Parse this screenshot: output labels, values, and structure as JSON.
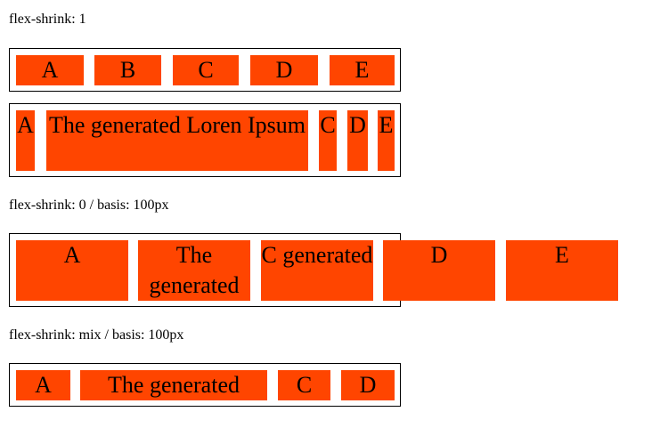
{
  "sections": [
    {
      "heading": "flex-shrink: 1",
      "rows": [
        [
          "A",
          "B",
          "C",
          "D",
          "E"
        ],
        [
          "A",
          "The generated Loren Ipsum",
          "C",
          "D",
          "E"
        ]
      ]
    },
    {
      "heading": "flex-shrink: 0 / basis: 100px",
      "rows": [
        [
          "A",
          "The generated",
          "C generated",
          "D",
          "E"
        ]
      ]
    },
    {
      "heading": "flex-shrink: mix / basis: 100px",
      "rows": [
        [
          "A",
          "The generated",
          "C",
          "D"
        ]
      ]
    }
  ],
  "colors": {
    "item_fill": "#ff4500",
    "border": "#000000",
    "background": "#ffffff"
  }
}
